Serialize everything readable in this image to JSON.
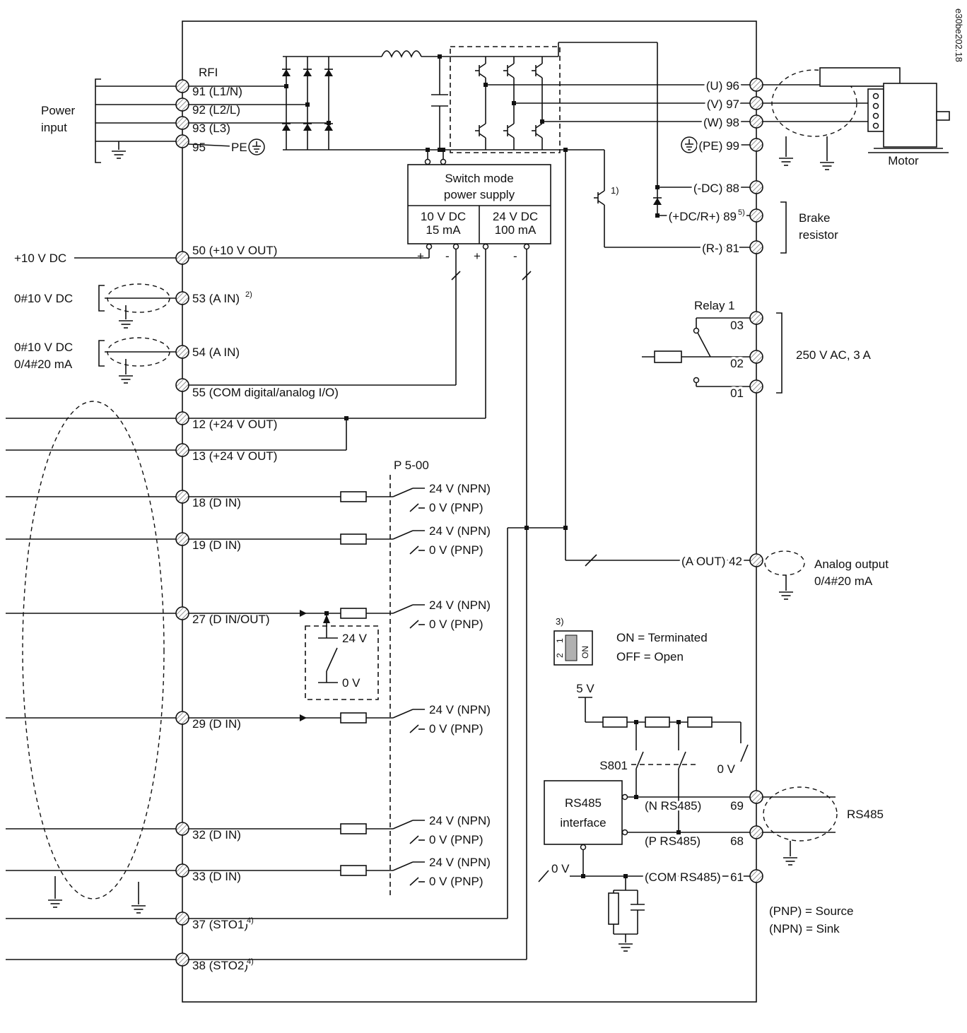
{
  "meta": {
    "ref": "e30be202.18"
  },
  "power": {
    "label1": "Power",
    "label2": "input",
    "rfi": "RFI",
    "t91": "91 (L1/N)",
    "t92": "92 (L2/L)",
    "t93": "93 (L3)",
    "t95": "95",
    "pe": "PE"
  },
  "smps": {
    "title1": "Switch mode",
    "title2": "power supply",
    "v10": "10 V DC",
    "i10": "15 mA",
    "v24": "24 V DC",
    "i24": "100 mA",
    "plus": "+",
    "minus": "-"
  },
  "motor_out": {
    "t96": "(U) 96",
    "t97": "(V) 97",
    "t98": "(W) 98",
    "t99": "(PE) 99",
    "motor": "Motor"
  },
  "brake": {
    "note": "1)",
    "t88": "(-DC) 88",
    "t89": "(+DC/R+) 89",
    "t89_sup": "5)",
    "t81": "(R-) 81",
    "label1": "Brake",
    "label2": "resistor"
  },
  "relay": {
    "title": "Relay 1",
    "c03": "03",
    "c02": "02",
    "c01": "01",
    "rating": "250 V AC, 3 A"
  },
  "analog": {
    "ext10": "+10 V DC",
    "t50": "50 (+10 V OUT)",
    "ext53": "0#10 V DC",
    "t53": "53 (A IN)",
    "t53_sup": "2)",
    "ext54a": "0#10 V DC",
    "ext54b": "0/4#20  mA",
    "t54": "54 (A IN)",
    "t55": "55 (COM digital/analog I/O)"
  },
  "d24": {
    "t12": "12 (+24 V OUT)",
    "t13": "13 (+24 V OUT)"
  },
  "digital": {
    "p500": "P 5-00",
    "npn": "24 V (NPN)",
    "pnp": "0 V (PNP)",
    "rows": [
      {
        "label": "18 (D IN)"
      },
      {
        "label": "19 (D IN)"
      },
      {
        "label": "27 (D IN/OUT)"
      },
      {
        "label": "29 (D IN)"
      },
      {
        "label": "32 (D IN)"
      },
      {
        "label": "33 (D IN)"
      }
    ],
    "sw24": "24 V",
    "sw0": "0 V",
    "t37": "37 (STO1)",
    "t37_sup": "4)",
    "t38": "38 (STO2)",
    "t38_sup": "4)"
  },
  "aout": {
    "t42": "(A OUT) 42",
    "label1": "Analog output",
    "label2": "0/4#20 mA"
  },
  "term": {
    "note": "3)",
    "one": "1",
    "two": "2",
    "on": "ON",
    "line1": "ON = Terminated",
    "line2": "OFF = Open"
  },
  "rs485": {
    "v5": "5 V",
    "s801": "S801",
    "ov1": "0 V",
    "box1": "RS485",
    "box2": "interface",
    "n": "(N RS485)",
    "n69": "69",
    "p": "(P RS485)",
    "p68": "68",
    "com": "(COM RS485)",
    "c61": "61",
    "ov2": "0 V",
    "cable": "RS485"
  },
  "legend": {
    "pnp": "(PNP) = Source",
    "npn": "(NPN) = Sink"
  }
}
